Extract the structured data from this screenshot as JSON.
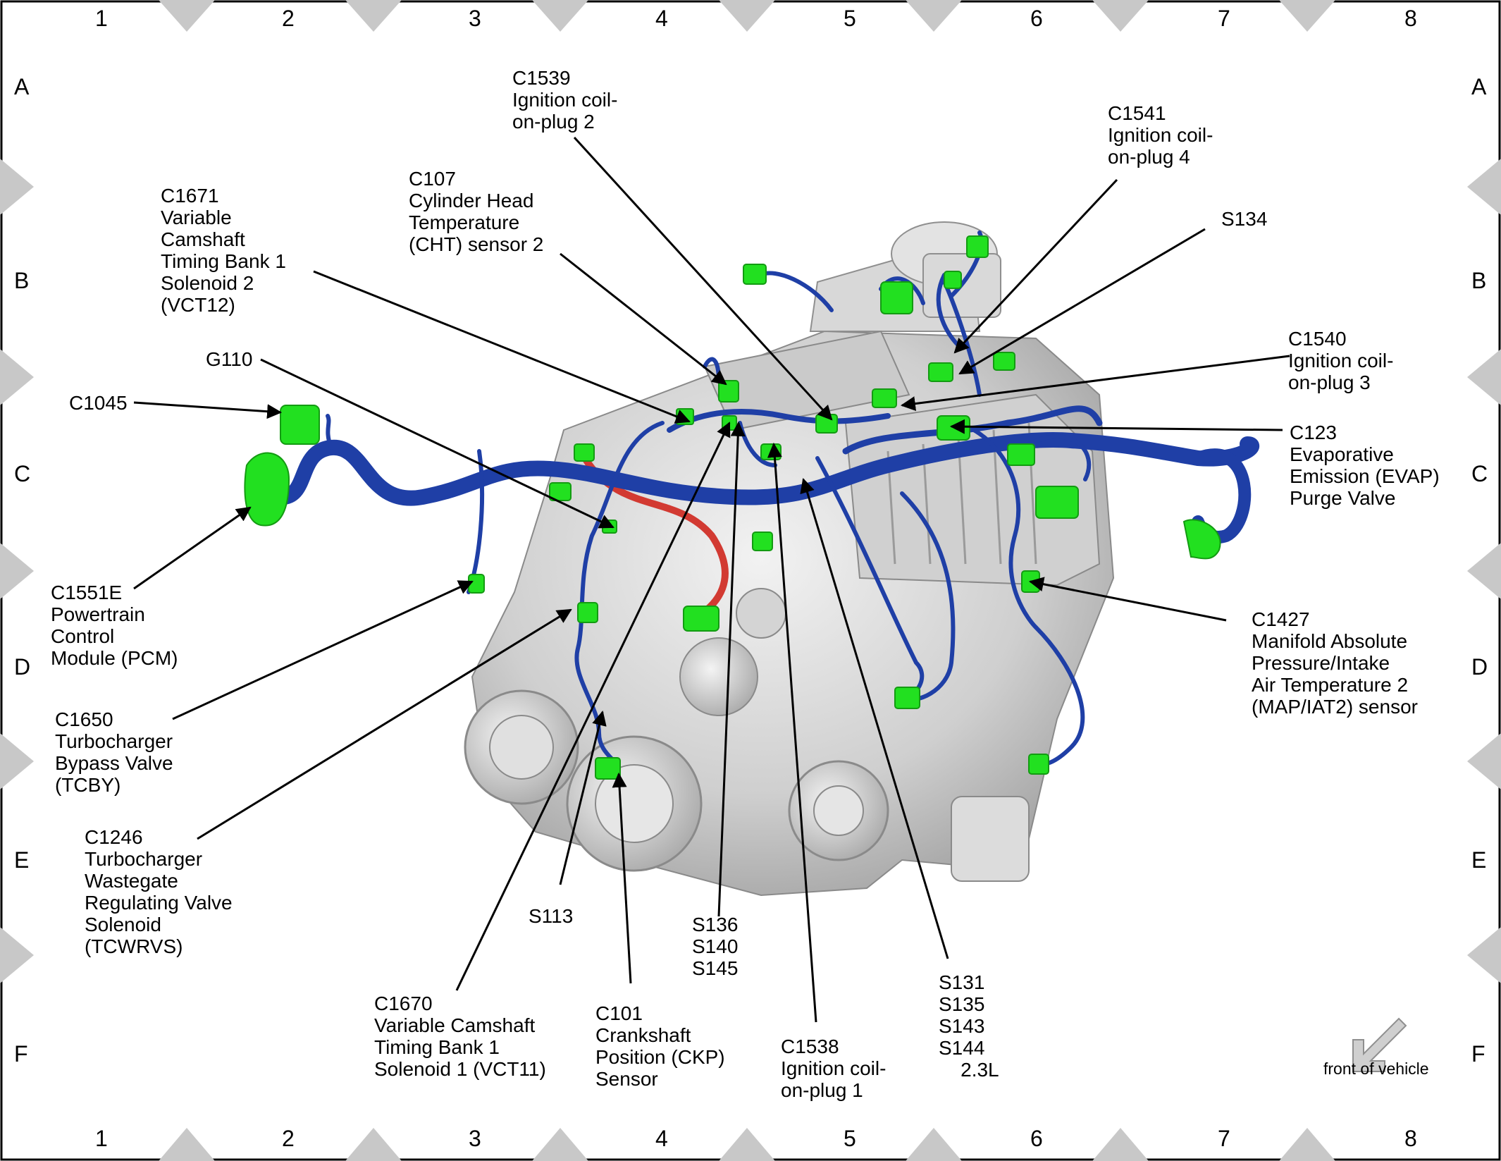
{
  "grid": {
    "columns": [
      "1",
      "2",
      "3",
      "4",
      "5",
      "6",
      "7",
      "8"
    ],
    "rows": [
      "A",
      "B",
      "C",
      "D",
      "E",
      "F"
    ]
  },
  "colors": {
    "harness": "#1f3fa6",
    "connector": "#22e020",
    "engine": "#c9c9c9",
    "red_wire": "#d23a32",
    "marker": "#c8c8c8"
  },
  "labels": {
    "c1539": "C1539\nIgnition coil-\non-plug 2",
    "c1541": "C1541\nIgnition coil-\non-plug 4",
    "c1671": "C1671\nVariable\nCamshaft\nTiming Bank 1\nSolenoid 2\n(VCT12)",
    "c107": "C107\nCylinder Head\nTemperature\n(CHT) sensor 2",
    "s134": "S134",
    "c1540": "C1540\nIgnition coil-\non-plug 3",
    "g110": "G110",
    "c1045": "C1045",
    "c123": "C123\nEvaporative\nEmission (EVAP)\nPurge Valve",
    "c1551e": "C1551E\nPowertrain\nControl\nModule (PCM)",
    "c1427": "C1427\nManifold Absolute\nPressure/Intake\nAir Temperature 2\n(MAP/IAT2) sensor",
    "c1650": "C1650\nTurbocharger\nBypass Valve\n(TCBY)",
    "c1246": "C1246\nTurbocharger\nWastegate\nRegulating Valve\nSolenoid\n(TCWRVS)",
    "s113": "S113",
    "s136": "S136\nS140\nS145",
    "s131": "S131\nS135\nS143\nS144\n    2.3L",
    "c1670": "C1670\nVariable Camshaft\nTiming Bank 1\nSolenoid 1 (VCT11)",
    "c101": "C101\nCrankshaft\nPosition (CKP)\nSensor",
    "c1538": "C1538\nIgnition coil-\non-plug 1"
  },
  "front_of_vehicle": "front of vehicle",
  "icons": {
    "front_arrow": "arrow-down-left-icon"
  }
}
